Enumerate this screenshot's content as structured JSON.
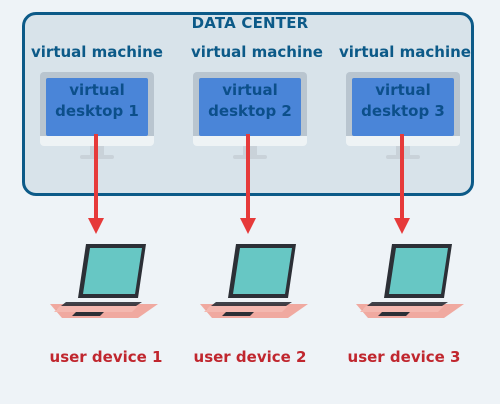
{
  "diagram": {
    "title": "DATA CENTER",
    "virtual_machines": [
      {
        "label": "virtual machine",
        "desktop_line1": "virtual",
        "desktop_line2": "desktop 1"
      },
      {
        "label": "virtual machine",
        "desktop_line1": "virtual",
        "desktop_line2": "desktop 2"
      },
      {
        "label": "virtual machine",
        "desktop_line1": "virtual",
        "desktop_line2": "desktop 3"
      }
    ],
    "user_devices": [
      {
        "label": "user device 1"
      },
      {
        "label": "user device 2"
      },
      {
        "label": "user device 3"
      }
    ]
  },
  "colors": {
    "data_center_border": "#0c5a88",
    "data_center_fill": "#d8e3ea",
    "label_blue": "#0c5a88",
    "screen_blue": "#4a85d8",
    "arrow_red": "#e63a3a",
    "device_label_red": "#c0262e",
    "laptop_screen": "#67c7c4",
    "laptop_body": "#f0a9a0"
  },
  "icons": {
    "vm": "monitor-icon",
    "device": "laptop-icon",
    "connection": "down-arrow"
  }
}
